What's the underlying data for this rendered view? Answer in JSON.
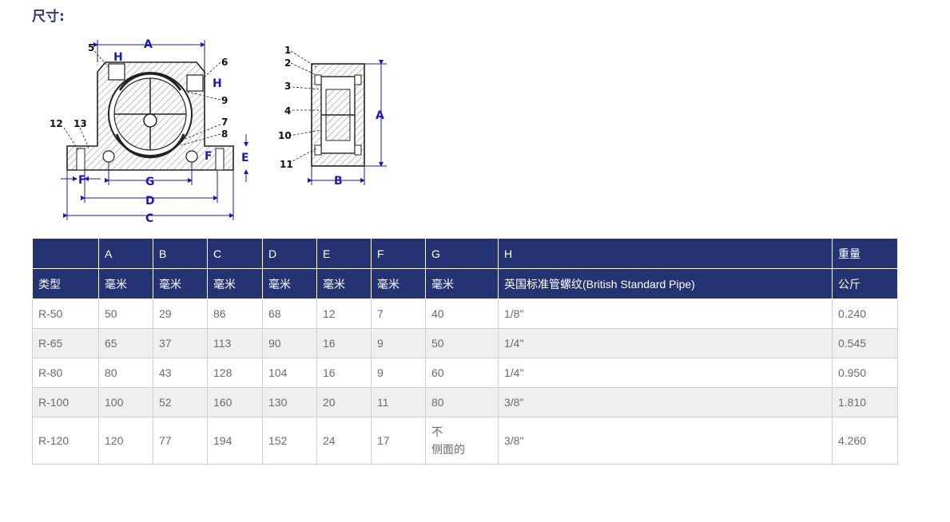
{
  "section": {
    "title": "尺寸:"
  },
  "drawing": {
    "labels": {
      "A": "A",
      "B": "B",
      "C": "C",
      "D": "D",
      "E": "E",
      "F": "F",
      "G": "G",
      "H": "H",
      "n1": "1",
      "n2": "2",
      "n3": "3",
      "n4": "4",
      "n5": "5",
      "n6": "6",
      "n7": "7",
      "n8": "8",
      "n9": "9",
      "n10": "10",
      "n11": "11",
      "n12": "12",
      "n13": "13"
    }
  },
  "table": {
    "header_letters": [
      "",
      "A",
      "B",
      "C",
      "D",
      "E",
      "F",
      "G",
      "H",
      "重量"
    ],
    "header_units": [
      "类型",
      "毫米",
      "毫米",
      "毫米",
      "毫米",
      "毫米",
      "毫米",
      "毫米",
      "英国标准管螺纹(British Standard Pipe)",
      "公斤"
    ],
    "rows": [
      [
        "R-50",
        "50",
        "29",
        "86",
        "68",
        "12",
        "7",
        "40",
        "",
        "1/8\"",
        "0.240"
      ],
      [
        "R-65",
        "65",
        "37",
        "113",
        "90",
        "16",
        "9",
        "50",
        "",
        "1/4\"",
        "0.545"
      ],
      [
        "R-80",
        "80",
        "43",
        "128",
        "104",
        "16",
        "9",
        "60",
        "",
        "1/4\"",
        "0.950"
      ],
      [
        "R-100",
        "100",
        "52",
        "160",
        "130",
        "20",
        "11",
        "80",
        "",
        "3/8\"",
        "1.810"
      ],
      [
        "R-120",
        "120",
        "77",
        "194",
        "152",
        "24",
        "17",
        "不",
        "侧面的",
        "3/8\"",
        "4.260"
      ]
    ]
  },
  "colors": {
    "header_bg": "#263373",
    "title": "#2e3c6f",
    "dimension": "#1a1ab8",
    "row_alt": "#efefef"
  }
}
